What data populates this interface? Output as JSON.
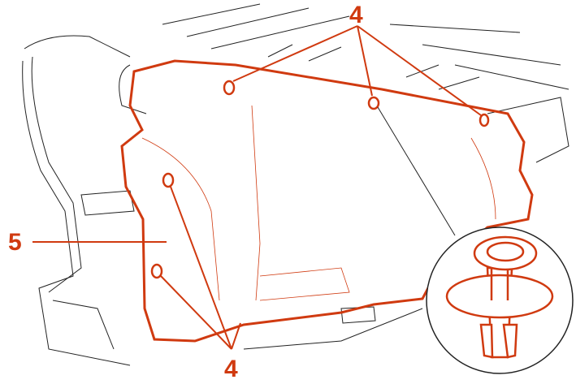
{
  "callouts": {
    "top_fastener_label": "4",
    "panel_label": "5",
    "bottom_fastener_label": "4"
  },
  "colors": {
    "accent": "#d03a10",
    "linework": "#222222"
  }
}
